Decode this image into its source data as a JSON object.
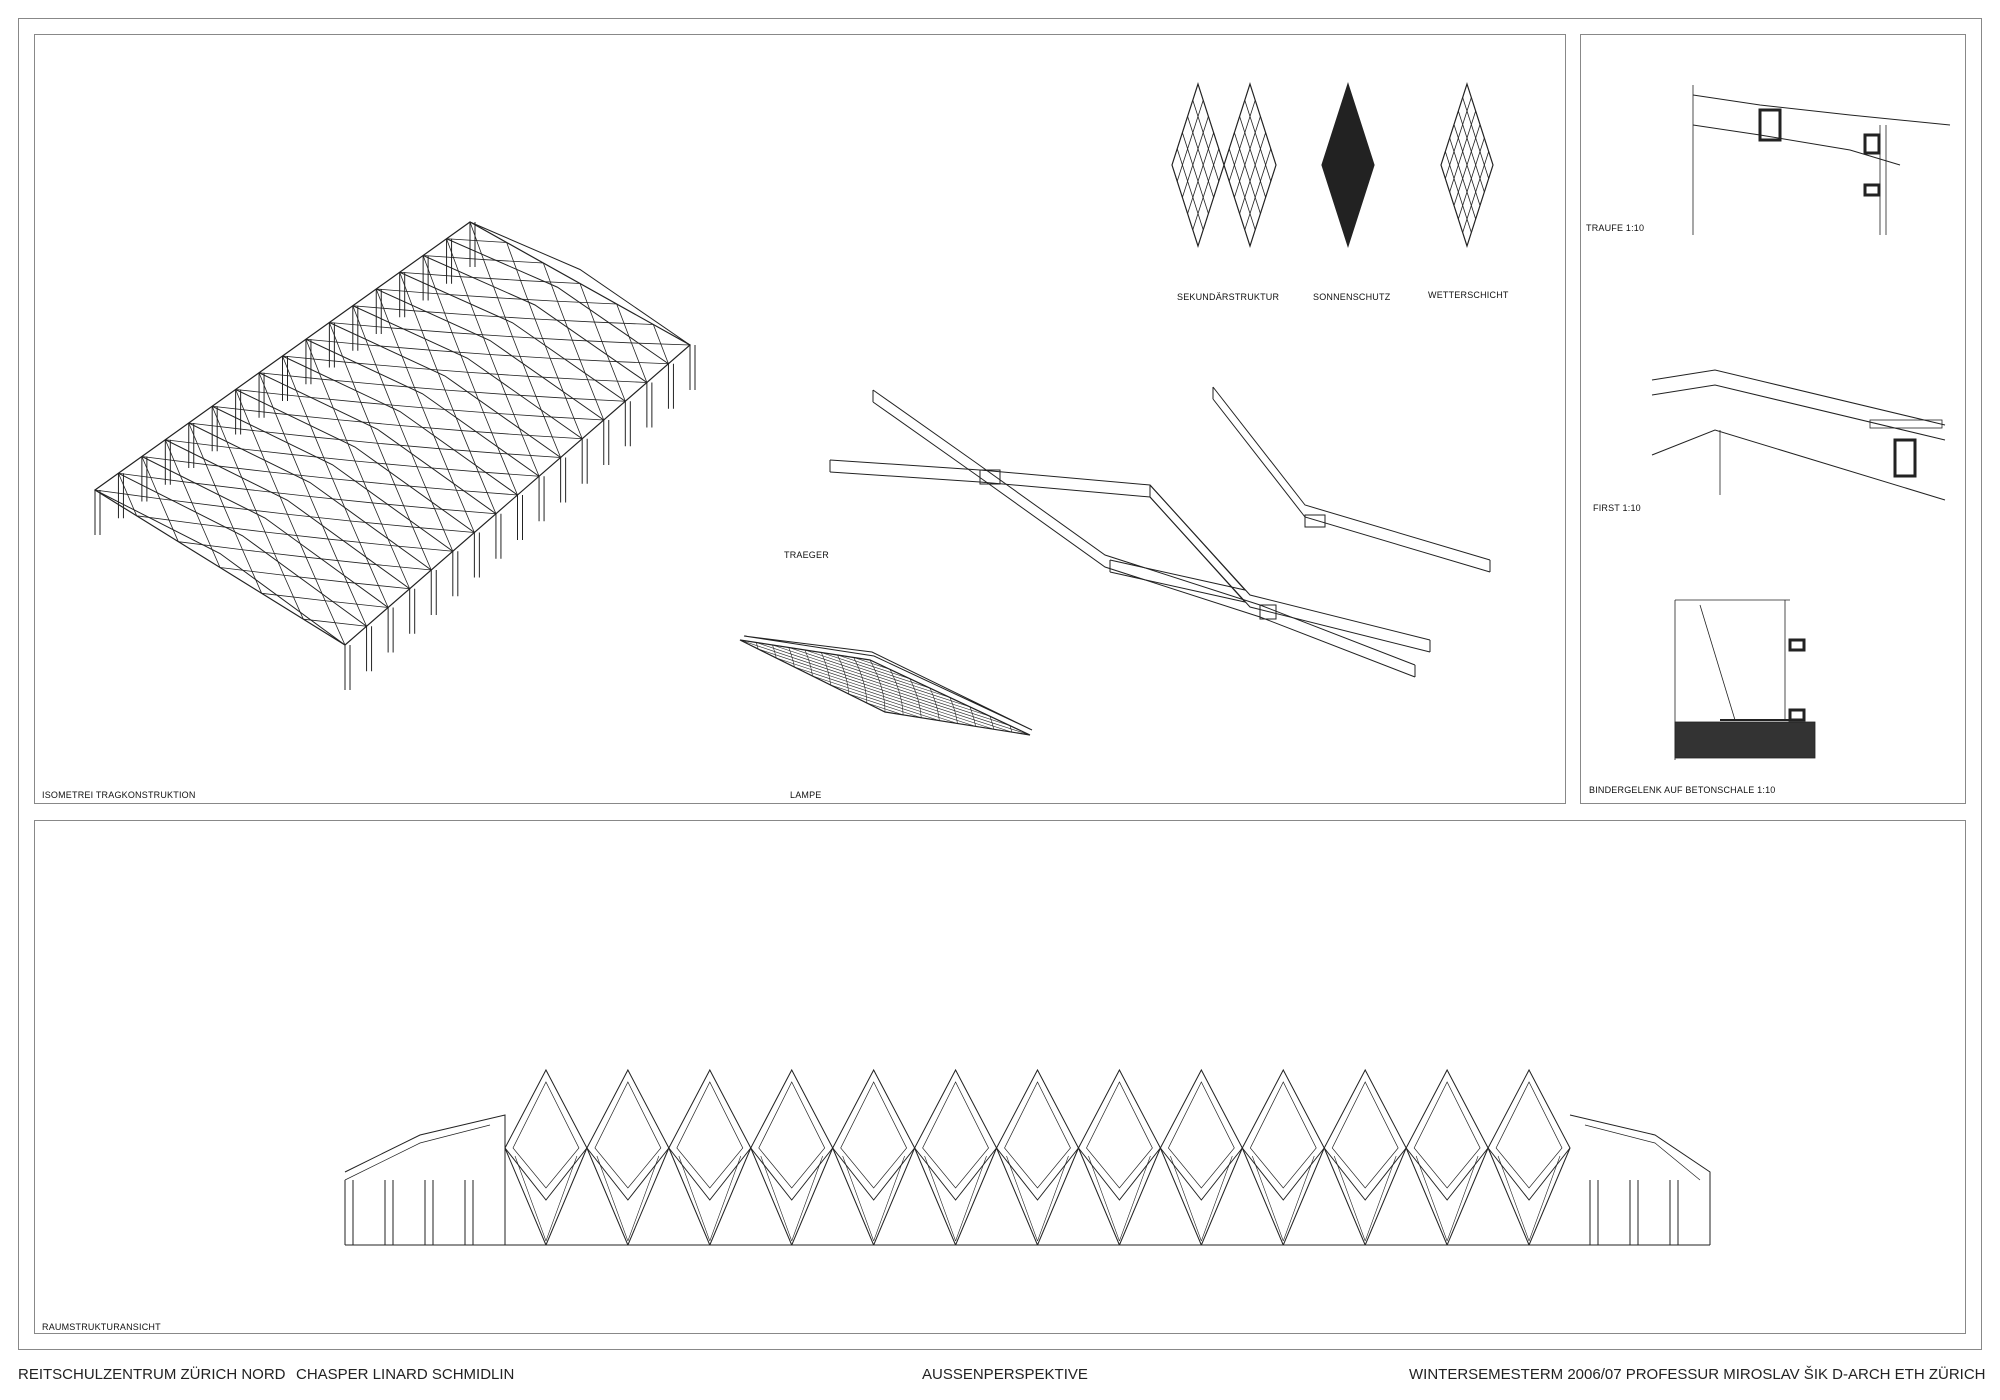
{
  "labels": {
    "isometrie": "ISOMETREI  TRAGKONSTRUKTION",
    "lampe": "LAMPE",
    "traeger": "TRAEGER",
    "sekundaer": "SEKUNDÄRSTRUKTUR",
    "sonnenschutz": "SONNENSCHUTZ",
    "wetterschicht": "WETTERSCHICHT",
    "traufe": "TRAUFE   1:10",
    "first": "FIRST 1:10",
    "bindergelenk": "BINDERGELENK AUF BETONSCHALE 1:10",
    "raumstruktur": "RAUMSTRUKTURANSICHT"
  },
  "footer": {
    "project": "REITSCHULZENTRUM ZÜRICH NORD",
    "author": "CHASPER LINARD SCHMIDLIN",
    "sheet_title": "AUSSENPERSPEKTIVE",
    "semester": "WINTERSEMESTERM   2006/07   PROFESSUR MIROSLAV ŠIK    D-ARCH   ETH ZÜRICH"
  }
}
